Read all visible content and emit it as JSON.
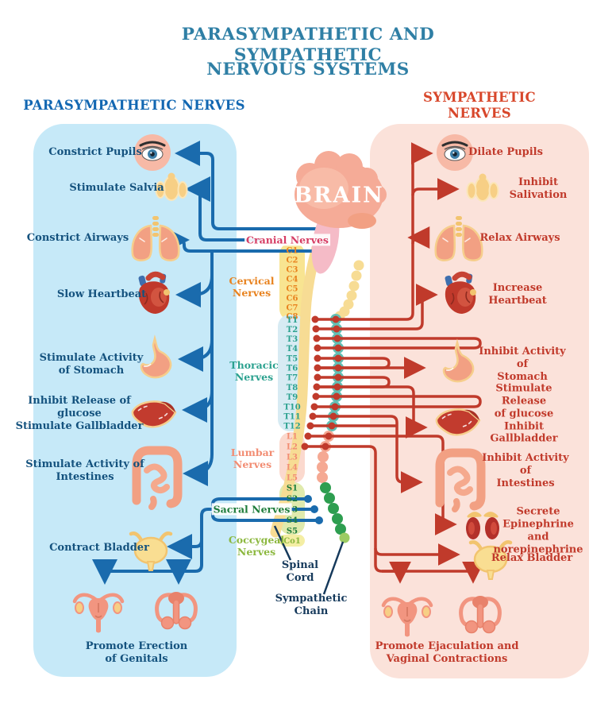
{
  "title": {
    "line1": "PARASYMPATHETIC AND SYMPATHETIC",
    "line2": "NERVOUS SYSTEMS"
  },
  "left_panel": {
    "header": "PARASYMPATHETIC NERVES",
    "labels": {
      "pupils": "Constrict Pupils",
      "saliva": "Stimulate Salvia",
      "airways": "Constrict Airways",
      "heart": "Slow Heartbeat",
      "stomach": "Stimulate Activity\nof Stomach",
      "liver": "Inhibit Release of\nglucose\nStimulate Gallbladder",
      "intestines": "Stimulate Activity of\nIntestines",
      "bladder": "Contract Bladder",
      "genitals": "Promote Erection\nof Genitals"
    }
  },
  "right_panel": {
    "header": "SYMPATHETIC NERVES",
    "labels": {
      "pupils": "Dilate Pupils",
      "saliva": "Inhibit Salivation",
      "airways": "Relax Airways",
      "heart": "Increase Heartbeat",
      "stomach": "Inhibit Activity of\nStomach",
      "liver": "Stimulate Release\nof glucose\nInhibit Gallbladder",
      "intestines": "Inhibit Activity of\nIntestines",
      "adrenal": "Secrete\nEpinephrine and\nnorepinephrine",
      "bladder": "Relax Bladder",
      "genitals": "Promote Ejaculation and\nVaginal Contractions"
    }
  },
  "spine": {
    "brain": "BRAIN",
    "cranial": "Cranial Nerves",
    "cervical": "Cervical\nNerves",
    "thoracic": "Thoracic\nNerves",
    "lumbar": "Lumbar\nNerves",
    "sacral": "Sacral Nerves",
    "coccygeal": "Coccygeal\nNerves",
    "spinal_cord": "Spinal\nCord",
    "sympathetic_chain": "Sympathetic\nChain",
    "vertebrae": {
      "cervical": [
        "C1",
        "C2",
        "C3",
        "C4",
        "C5",
        "C6",
        "C7",
        "C8"
      ],
      "thoracic": [
        "T1",
        "T2",
        "T3",
        "T4",
        "T5",
        "T6",
        "T7",
        "T8",
        "T9",
        "T10",
        "T11",
        "T12"
      ],
      "lumbar": [
        "L1",
        "L2",
        "L3",
        "L4",
        "L5"
      ],
      "sacral": [
        "S1",
        "S2",
        "S3",
        "S4",
        "S5"
      ],
      "coccygeal": [
        "Co1"
      ]
    }
  },
  "colors": {
    "title": "#2F7FA5",
    "left_header": "#1267B2",
    "right_header": "#D8472B",
    "left_panel_bg": "#C6E9F8",
    "right_panel_bg": "#FBE2DA",
    "parasympathetic_line": "#1A6BAD",
    "sympathetic_line": "#C03A2B",
    "cervical_accent": "#E8821E",
    "thoracic_accent": "#2BA18F",
    "lumbar_accent": "#F28D73",
    "sacral_accent": "#1F7D3B",
    "coccygeal_accent": "#8CB83F",
    "cranial_accent": "#D63C63",
    "pointer_navy": "#15395B"
  }
}
